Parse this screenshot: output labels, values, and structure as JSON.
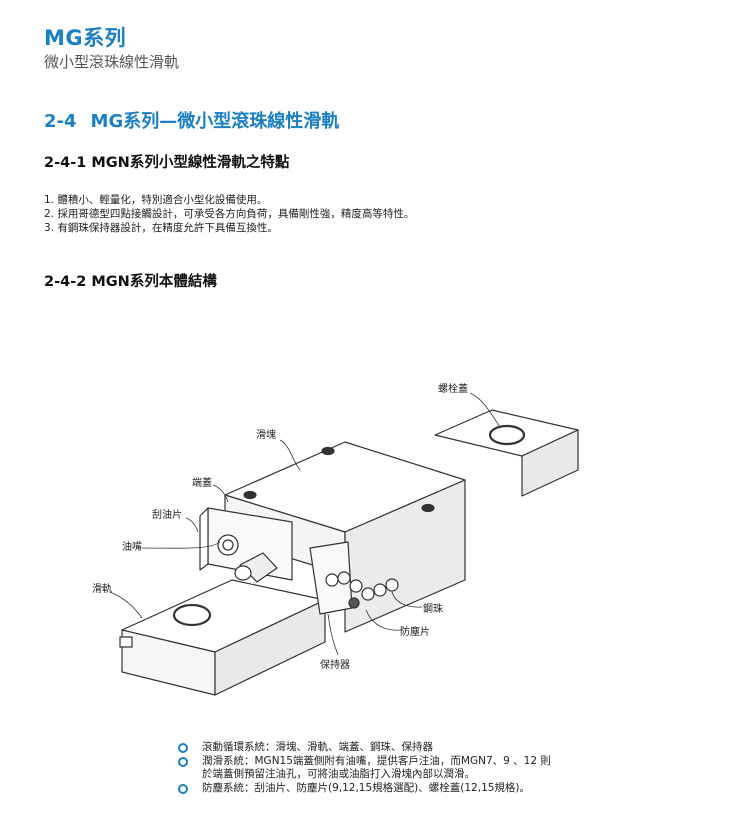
{
  "header": {
    "title": "MG系列",
    "subtitle": "微小型滾珠線性滑軌"
  },
  "section": {
    "number": "2-4",
    "title": "MG系列—微小型滾珠線性滑軌"
  },
  "sub1": {
    "title": "2-4-1  MGN系列小型線性滑軌之特點"
  },
  "features": [
    "1. 體積小、輕量化，特別適合小型化設備使用。",
    "2. 採用哥德型四點接觸設計，可承受各方向負荷，具備剛性強，精度高等特性。",
    "3. 有鋼珠保持器設計，在精度允許下具備互換性。"
  ],
  "sub2": {
    "title": "2-4-2 MGN系列本體結構"
  },
  "diagram_labels": {
    "bolt_cap": "螺栓蓋",
    "block": "滑塊",
    "end_cap": "端蓋",
    "end_seal": "刮油片",
    "grease_nipple": "油嘴",
    "rail": "滑軌",
    "balls": "鋼珠",
    "bottom_seal": "防塵片",
    "retainer": "保持器"
  },
  "notes": [
    {
      "lines": [
        "滾動循環系統：滑塊、滑軌、端蓋、鋼珠、保持器"
      ]
    },
    {
      "lines": [
        "潤滑系統：MGN15端蓋側附有油嘴，提供客戶注油，而MGN7、9 、12 則",
        "於端蓋側預留注油孔，可將油或油脂打入滑塊內部以潤滑。"
      ]
    },
    {
      "lines": [
        "防塵系統：刮油片、防塵片(9,12,15規格選配)、螺栓蓋(12,15規格)。"
      ]
    }
  ],
  "colors": {
    "accent": "#1b7fc4"
  }
}
